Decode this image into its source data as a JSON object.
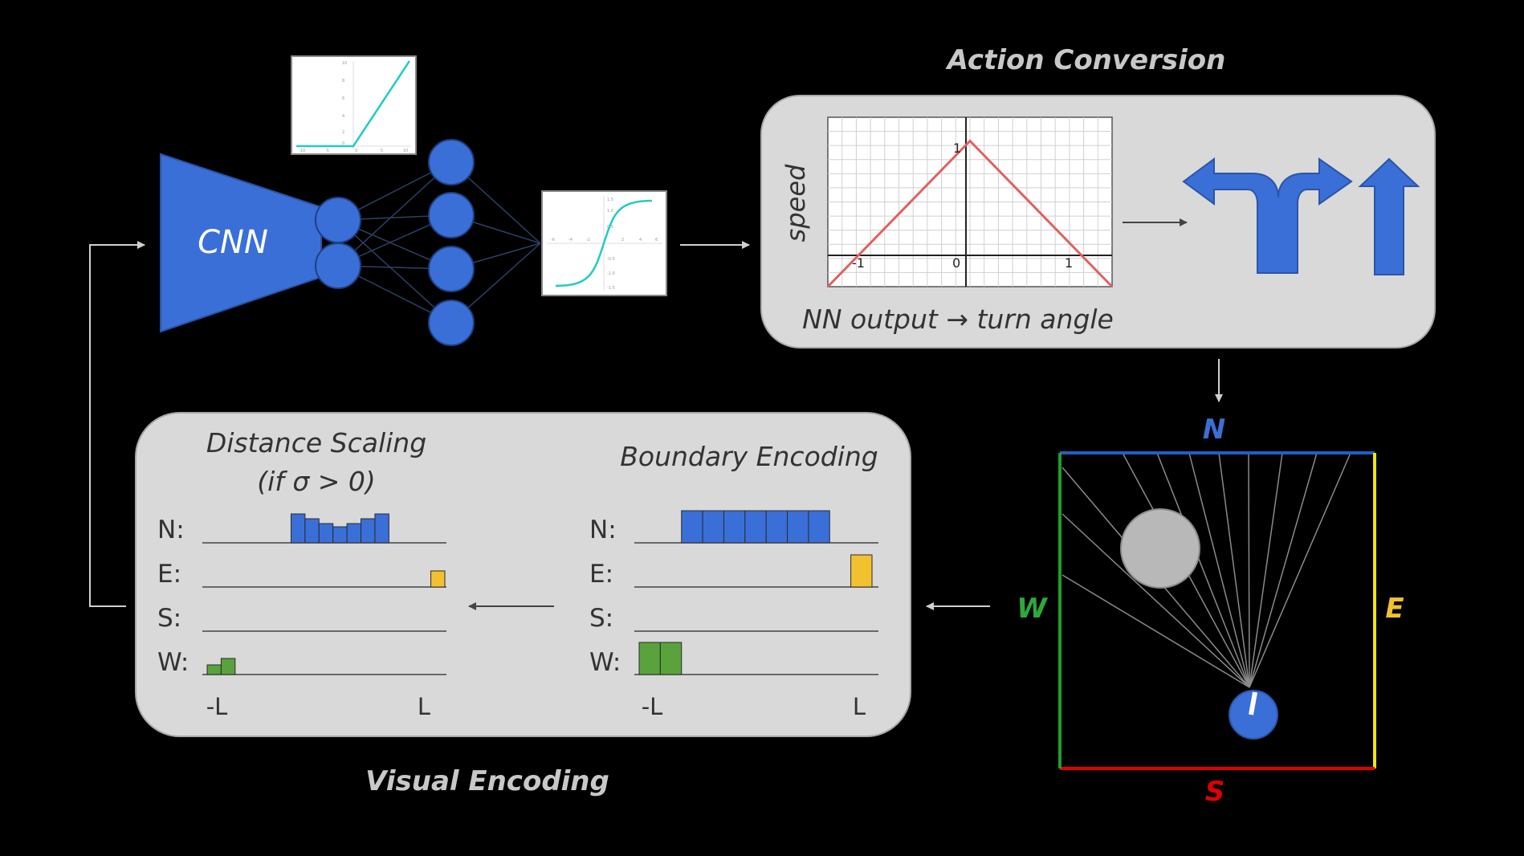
{
  "nn": {
    "cnn_label": "CNN"
  },
  "relu_plot": {
    "y_ticks": [
      "10",
      "8",
      "6",
      "4",
      "2",
      "0"
    ],
    "x_ticks": [
      "-10",
      "-5",
      "0",
      "5",
      "10"
    ]
  },
  "tanh_plot": {
    "y_ticks": [
      "1.5",
      "1.0",
      "0.5",
      "-0.5",
      "-1.0",
      "-1.5"
    ],
    "x_ticks": [
      "-6",
      "-4",
      "-2",
      "2",
      "4",
      "6"
    ]
  },
  "action_conversion": {
    "title": "Action Conversion",
    "ylabel": "speed",
    "caption": "NN output → turn angle",
    "tick_1_top": "1",
    "tick_neg1": "-1",
    "tick_0": "0",
    "tick_pos1": "1"
  },
  "chart_data": {
    "type": "line",
    "x": [
      -1.23,
      0,
      1.23
    ],
    "y": [
      -0.23,
      1,
      -0.23
    ],
    "xlim": [
      -1.23,
      1.23
    ],
    "ylim": [
      -0.23,
      1.2
    ],
    "series": [
      {
        "values": [
          -0.23,
          1,
          -0.23
        ]
      }
    ],
    "grid": true
  },
  "arena": {
    "north": "N",
    "south": "S",
    "east": "E",
    "west": "W",
    "colors": {
      "north": "#1f5fc4",
      "south": "#e00000",
      "east": "#f5e600",
      "west": "#1f9e2a"
    }
  },
  "visual_encoding": {
    "title": "Visual Encoding",
    "scaling_title": "Distance Scaling",
    "scaling_subtitle": "(if σ > 0)",
    "boundary_title": "Boundary Encoding",
    "rows": [
      "N:",
      "E:",
      "S:",
      "W:"
    ],
    "axis_left": "-L",
    "axis_right": "L",
    "colors": {
      "N": "#3a6fd8",
      "E": "#f2c12e",
      "W": "#5aa23c"
    },
    "scaling_values": {
      "N": [
        0,
        0,
        0,
        0,
        0,
        0,
        0.9,
        0.75,
        0.6,
        0.5,
        0.6,
        0.75,
        0.9,
        0,
        0,
        0,
        0
      ],
      "E": [
        0,
        0,
        0,
        0,
        0,
        0,
        0,
        0,
        0,
        0,
        0,
        0,
        0,
        0,
        0,
        0,
        0.5
      ],
      "W": [
        0.3,
        0.5,
        0,
        0,
        0,
        0,
        0,
        0,
        0,
        0,
        0,
        0,
        0,
        0,
        0,
        0,
        0
      ]
    },
    "boundary_values": {
      "N": [
        0,
        0,
        1,
        1,
        1,
        1,
        1,
        1,
        1,
        0,
        0
      ],
      "E": [
        0,
        0,
        0,
        0,
        0,
        0,
        0,
        0,
        0,
        0,
        1
      ],
      "W": [
        1,
        1,
        0,
        0,
        0,
        0,
        0,
        0,
        0,
        0,
        0
      ]
    }
  }
}
